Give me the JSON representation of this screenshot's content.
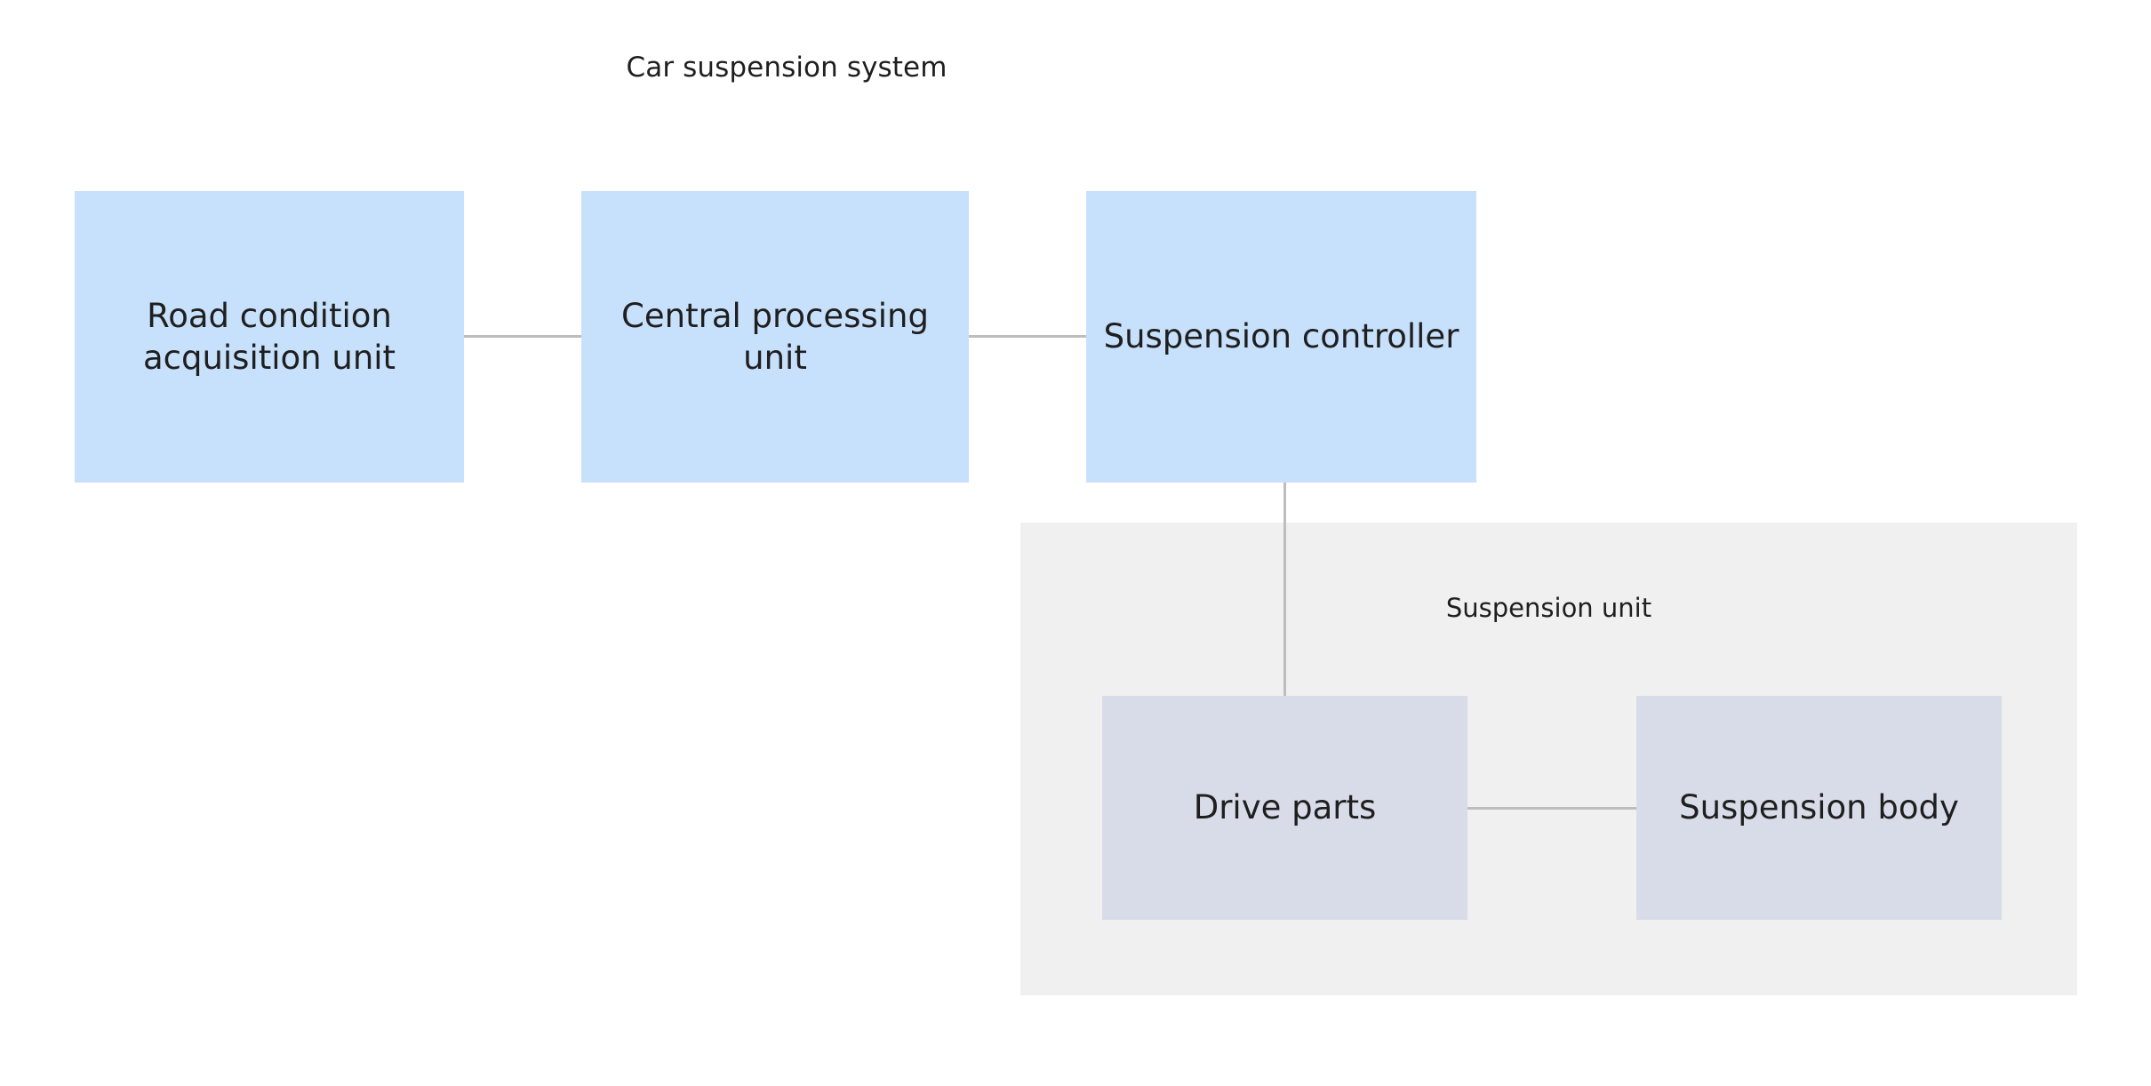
{
  "diagram": {
    "title": "Car suspension system",
    "type": "block-diagram",
    "nodes": [
      {
        "id": "road",
        "label": "Road condition acquisition unit",
        "color": "#c7e0fb",
        "style": "blue"
      },
      {
        "id": "cpu",
        "label": "Central processing unit",
        "color": "#c7e0fb",
        "style": "blue"
      },
      {
        "id": "ctrl",
        "label": "Suspension controller",
        "color": "#c7e0fb",
        "style": "blue"
      },
      {
        "id": "drive",
        "label": "Drive parts",
        "color": "#d8dce8",
        "style": "grey"
      },
      {
        "id": "body",
        "label": "Suspension body",
        "color": "#d8dce8",
        "style": "grey"
      }
    ],
    "groups": [
      {
        "id": "suspension-unit",
        "label": "Suspension unit",
        "color": "#f0f0f0",
        "members": [
          "drive",
          "body"
        ]
      }
    ],
    "edges": [
      {
        "from": "road",
        "to": "cpu",
        "orientation": "horizontal"
      },
      {
        "from": "cpu",
        "to": "ctrl",
        "orientation": "horizontal"
      },
      {
        "from": "ctrl",
        "to": "drive",
        "orientation": "vertical"
      },
      {
        "from": "drive",
        "to": "body",
        "orientation": "horizontal"
      }
    ],
    "colors": {
      "background": "#ffffff",
      "node_blue": "#c7e0fb",
      "node_grey": "#d8dce8",
      "group_grey": "#f0f0f0",
      "edge": "#bdbdbd",
      "text": "#1f1f1f"
    }
  }
}
